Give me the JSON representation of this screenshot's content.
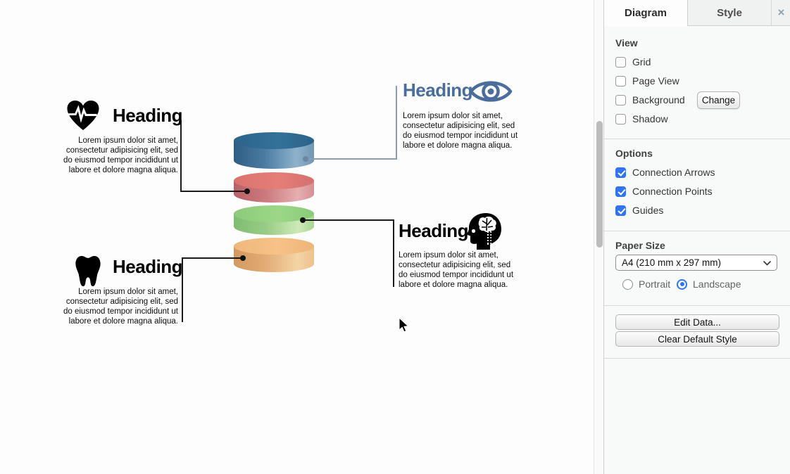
{
  "panel": {
    "tabs": [
      {
        "label": "Diagram",
        "active": true
      },
      {
        "label": "Style",
        "active": false
      }
    ],
    "close_label": "×",
    "view": {
      "title": "View",
      "items": [
        {
          "label": "Grid",
          "checked": false
        },
        {
          "label": "Page View",
          "checked": false
        },
        {
          "label": "Background",
          "checked": false
        },
        {
          "label": "Shadow",
          "checked": false
        }
      ],
      "change_button": "Change"
    },
    "options": {
      "title": "Options",
      "items": [
        {
          "label": "Connection Arrows",
          "checked": true
        },
        {
          "label": "Connection Points",
          "checked": true
        },
        {
          "label": "Guides",
          "checked": true
        }
      ]
    },
    "paper": {
      "title": "Paper Size",
      "selected_size": "A4 (210 mm x 297 mm)",
      "orientation": [
        {
          "label": "Portrait",
          "selected": false
        },
        {
          "label": "Landscape",
          "selected": true
        }
      ]
    },
    "buttons": {
      "edit_data": "Edit Data...",
      "clear_default_style": "Clear Default Style"
    }
  },
  "canvas": {
    "lorem": "Lorem ipsum dolor sit amet, consectetur adipisicing elit, sed do eiusmod tempor incididunt ut labore et dolore magna aliqua.",
    "blocks": [
      {
        "heading": "Heading",
        "icon": "heart-pulse-icon",
        "align": "right",
        "heading_color": "#000000"
      },
      {
        "heading": "Heading",
        "icon": "eye-icon",
        "align": "left",
        "heading_color": "#4a6d9c"
      },
      {
        "heading": "Heading",
        "icon": "head-brain-icon",
        "align": "left",
        "heading_color": "#000000"
      },
      {
        "heading": "Heading",
        "icon": "tooth-icon",
        "align": "right",
        "heading_color": "#000000"
      }
    ],
    "layers": [
      {
        "name": "blue-layer",
        "top_color": "#2f6c90",
        "body_from": "#2e5d83",
        "body_to": "#8fb2cc"
      },
      {
        "name": "red-layer",
        "top_color": "#df7873",
        "body_from": "#b86167",
        "body_to": "#e6aeb0"
      },
      {
        "name": "green-layer",
        "top_color": "#94d181",
        "body_from": "#7fbd71",
        "body_to": "#cde9b8"
      },
      {
        "name": "orange-layer",
        "top_color": "#f2bc7f",
        "body_from": "#d3995f",
        "body_to": "#f4d4a5"
      }
    ],
    "connector_colors": {
      "default": "#1a1a1a",
      "blue": "#8d9cae"
    }
  },
  "colors": {
    "accent_blue": "#3273f2",
    "heading_blue": "#4a6d9c",
    "panel_bg": "#f8f9f9"
  }
}
